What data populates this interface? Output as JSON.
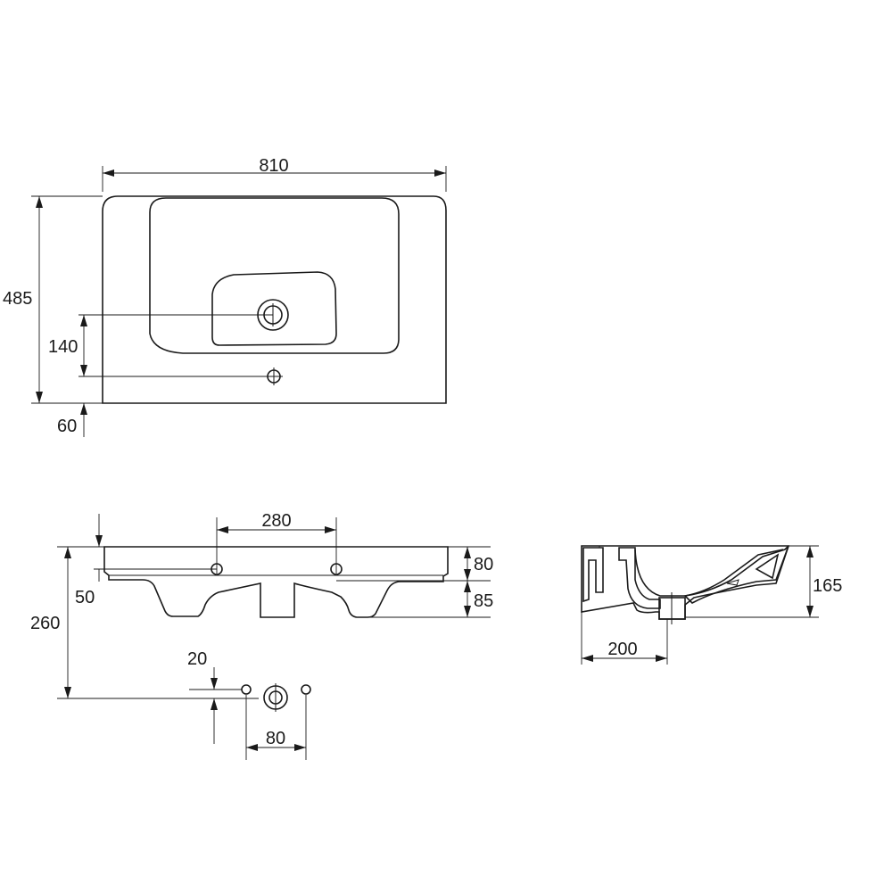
{
  "dimensions": {
    "top_width": "810",
    "top_depth": "485",
    "tap_hole_offset": "140",
    "front_edge": "60",
    "fixing_spacing": "280",
    "front_height": "80",
    "skirt_height": "85",
    "rear_offset": "50",
    "drain_height": "260",
    "hole_offset": "20",
    "hole_spacing": "80",
    "side_width": "200",
    "side_height": "165"
  },
  "colors": {
    "line": "#1a1a1a",
    "background": "#ffffff"
  }
}
